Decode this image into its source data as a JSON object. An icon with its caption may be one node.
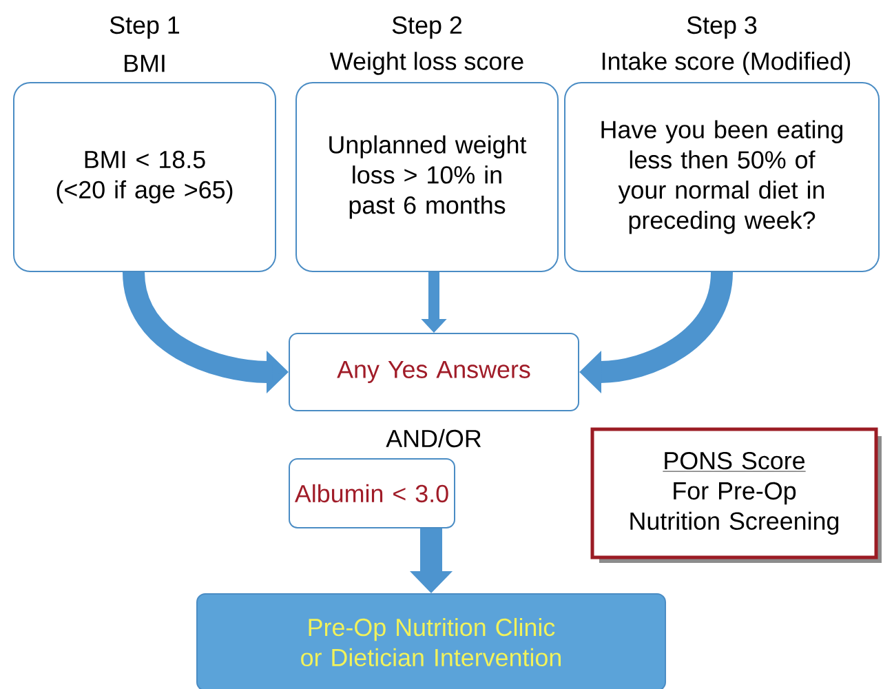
{
  "diagram": {
    "nodes": [
      {
        "text": [
          "Step 1",
          "BMI",
          "BMI < 18.5 (<20 if age >65)"
        ]
      },
      {
        "text": [
          "Step 2",
          "Weight loss score",
          "Unplanned weight loss > 10% in past 6 months"
        ]
      },
      {
        "text": [
          "Step 3",
          "Intake score (Modified)",
          "Have you been eating less then 50% of your normal diet in preceding week?"
        ]
      },
      {
        "text": [
          "Any Yes Answers"
        ]
      },
      {
        "text": [
          "Albumin < 3.0"
        ]
      },
      {
        "text": [
          "Pre-Op Nutrition Clinic or Dietician Intervention"
        ]
      },
      {
        "text": [
          "PONS Score",
          "For Pre-Op Nutrition Screening"
        ]
      }
    ],
    "edges": [
      {
        "from": 0,
        "to": 3,
        "arrow": "to"
      },
      {
        "from": 1,
        "to": 3,
        "arrow": "to"
      },
      {
        "from": 2,
        "to": 3,
        "arrow": "to"
      },
      {
        "from": 4,
        "to": 5,
        "arrow": "to"
      }
    ],
    "labels": [
      "AND/OR"
    ]
  }
}
